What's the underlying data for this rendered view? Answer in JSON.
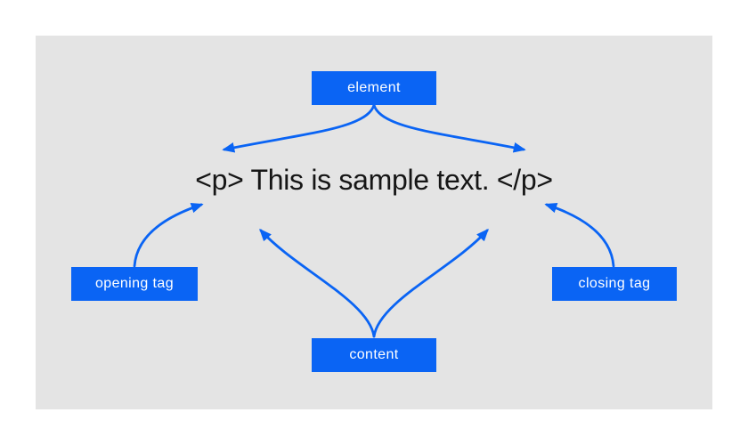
{
  "colors": {
    "accent_blue": "#0a64f4",
    "panel_background": "#e4e4e4",
    "page_background": "#ffffff",
    "code_text": "#161616",
    "label_text": "#ffffff"
  },
  "diagram": {
    "code_sample": "<p> This is sample text. </p>",
    "labels": {
      "element": "element",
      "opening_tag": "opening tag",
      "content": "content",
      "closing_tag": "closing tag"
    }
  }
}
